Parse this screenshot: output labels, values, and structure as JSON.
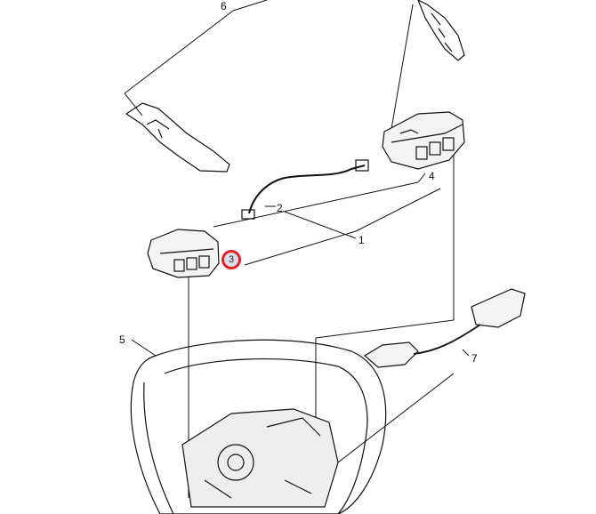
{
  "diagram": {
    "labels": {
      "part1": "1",
      "part2": "2",
      "part3": "3",
      "part4": "4",
      "part5": "5",
      "part6": "6",
      "part7": "7"
    },
    "highlight_color": "#e0202a"
  }
}
